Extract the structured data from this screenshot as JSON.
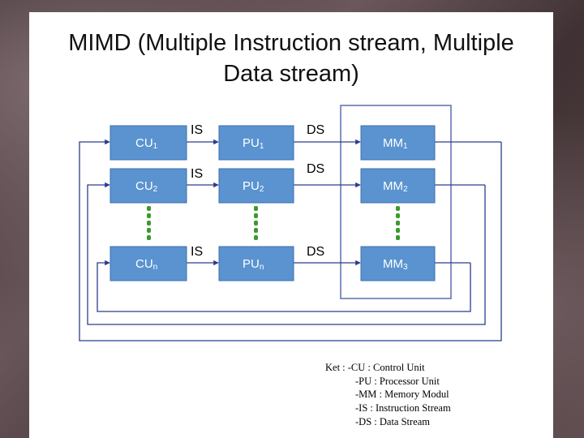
{
  "title": {
    "line1": "MIMD (Multiple Instruction stream, Multiple",
    "line2": "Data stream)"
  },
  "diagram": {
    "colors": {
      "box": "#5a93d0",
      "wire": "#2b3d8c",
      "dots": "#3a9a2a",
      "container": "#5b6eb0"
    },
    "cu": [
      {
        "base": "CU",
        "sub": "1"
      },
      {
        "base": "CU",
        "sub": "2"
      },
      {
        "base": "CU",
        "sub": "n"
      }
    ],
    "pu": [
      {
        "base": "PU",
        "sub": "1"
      },
      {
        "base": "PU",
        "sub": "2"
      },
      {
        "base": "PU",
        "sub": "n"
      }
    ],
    "mm": [
      {
        "base": "MM",
        "sub": "1"
      },
      {
        "base": "MM",
        "sub": "2"
      },
      {
        "base": "MM",
        "sub": "3"
      }
    ],
    "is_labels": [
      "IS",
      "IS",
      "IS"
    ],
    "ds_labels": [
      "DS",
      "DS",
      "DS"
    ]
  },
  "key": {
    "line1": "Ket : -CU : Control Unit",
    "line2": "-PU : Processor Unit",
    "line3": "-MM : Memory Modul",
    "line4": "-IS : Instruction Stream",
    "line5": "-DS : Data Stream"
  }
}
